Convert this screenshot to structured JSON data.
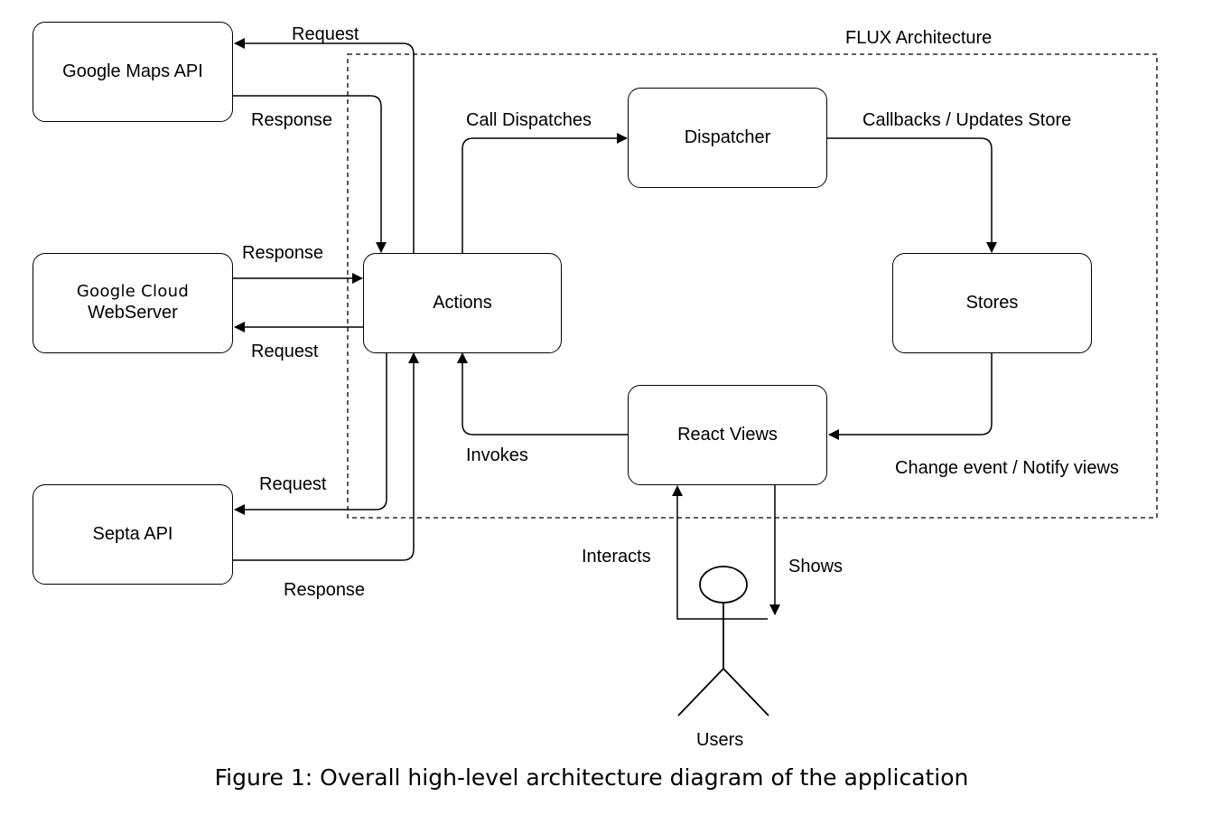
{
  "boundary": {
    "label": "FLUX Architecture"
  },
  "nodes": {
    "google_maps": "Google Maps API",
    "google_cloud_line1": "Google Cloud",
    "google_cloud_line2": "WebServer",
    "septa": "Septa API",
    "actions": "Actions",
    "dispatcher": "Dispatcher",
    "stores": "Stores",
    "react_views": "React Views",
    "users": "Users"
  },
  "edges": {
    "maps_request": "Request",
    "maps_response": "Response",
    "cloud_response": "Response",
    "cloud_request": "Request",
    "septa_request": "Request",
    "septa_response": "Response",
    "call_dispatches": "Call Dispatches",
    "callbacks": "Callbacks / Updates Store",
    "change_event": "Change event / Notify views",
    "invokes": "Invokes",
    "interacts": "Interacts",
    "shows": "Shows"
  },
  "caption": "Figure 1: Overall high-level architecture diagram of the application"
}
